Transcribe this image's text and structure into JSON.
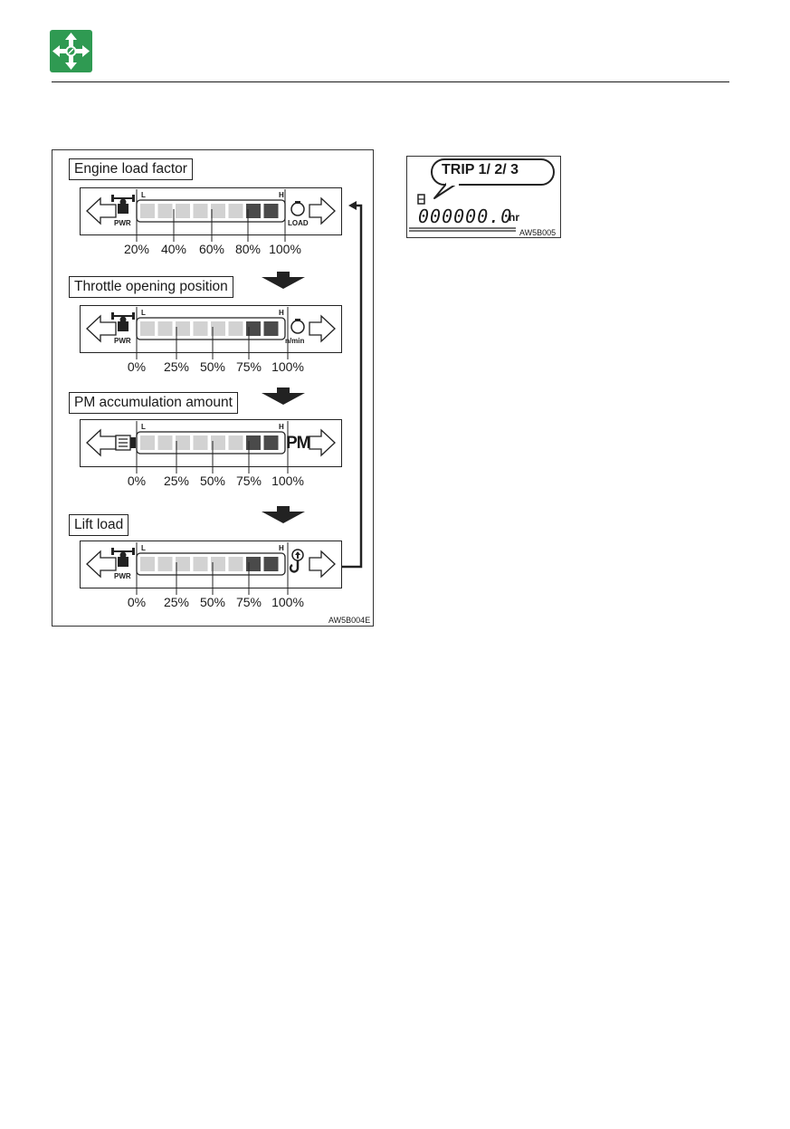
{
  "figure_main": {
    "code": "AW5B004E",
    "sections": [
      {
        "title": "Engine load factor",
        "left_icon": "pwr-operator-icon",
        "left_icon_text": "PWR",
        "right_icon": "engine-load-icon",
        "right_icon_text": "LOAD",
        "scale": [
          "20%",
          "40%",
          "60%",
          "80%",
          "100%"
        ]
      },
      {
        "title": "Throttle opening position",
        "left_icon": "pwr-operator-icon",
        "left_icon_text": "PWR",
        "right_icon": "engine-speed-icon",
        "right_icon_text": "n/min",
        "scale": [
          "0%",
          "25%",
          "50%",
          "75%",
          "100%"
        ]
      },
      {
        "title": "PM accumulation amount",
        "left_icon": "dpf-filter-icon",
        "left_icon_text": "",
        "right_icon": "pm-icon",
        "right_icon_text": "PM",
        "scale": [
          "0%",
          "25%",
          "50%",
          "75%",
          "100%"
        ]
      },
      {
        "title": "Lift load",
        "left_icon": "pwr-operator-icon",
        "left_icon_text": "PWR",
        "right_icon": "lift-hook-icon",
        "right_icon_text": "",
        "scale": [
          "0%",
          "25%",
          "50%",
          "75%",
          "100%"
        ]
      }
    ],
    "low_label": "L",
    "high_label": "H"
  },
  "figure_trip": {
    "bubble": "TRIP 1/ 2/ 3",
    "digits": "000000.0",
    "unit": "hr",
    "code": "AW5B005"
  },
  "colors": {
    "header_logo": "#2f9a52",
    "segment_light": "#d2d2d2",
    "segment_dark": "#4a4a4a"
  }
}
